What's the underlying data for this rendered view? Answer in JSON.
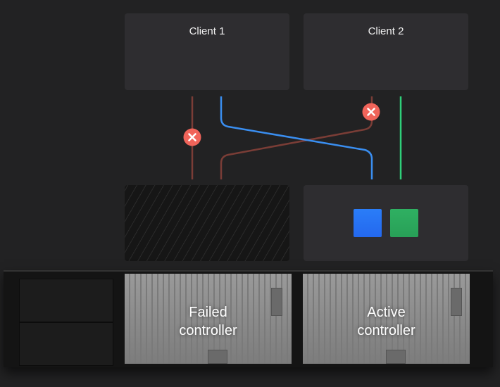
{
  "clients": [
    {
      "label": "Client 1"
    },
    {
      "label": "Client 2"
    }
  ],
  "controllers": [
    {
      "label_line1": "Failed",
      "label_line2": "controller",
      "status": "failed"
    },
    {
      "label_line1": "Active",
      "label_line2": "controller",
      "status": "active"
    }
  ],
  "colors": {
    "failed_path": "#7a3d36",
    "active_path_blue": "#3a8ef0",
    "active_path_green": "#2fcf7a",
    "error_badge": "#f0645a",
    "blue_block": "#2a75f5",
    "green_block": "#2eaa5c"
  }
}
